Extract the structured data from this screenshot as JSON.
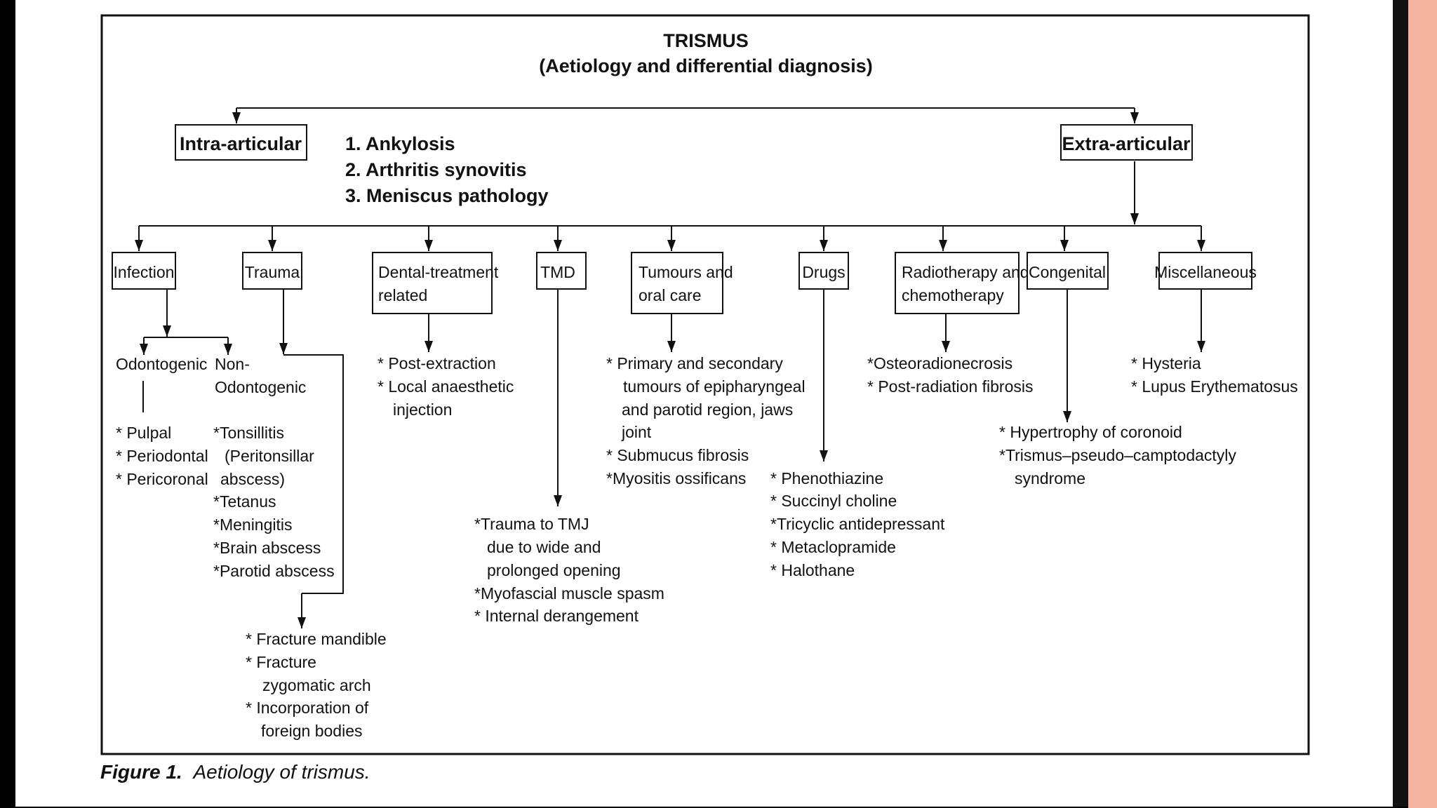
{
  "diagram": {
    "title": "TRISMUS",
    "subtitle": "(Aetiology and differential diagnosis)",
    "intra_articular": {
      "label": "Intra-articular",
      "items": [
        "1. Ankylosis",
        "2. Arthritis synovitis",
        "3. Meniscus pathology"
      ]
    },
    "extra_articular": {
      "label": "Extra-articular"
    },
    "categories": {
      "infection": {
        "label": "Infection",
        "odontogenic": {
          "label": "Odontogenic",
          "items": [
            "* Pulpal",
            "* Periodontal",
            "* Pericoronal"
          ]
        },
        "non_odontogenic": {
          "label_1": "Non-",
          "label_2": "Odontogenic",
          "items": [
            "*Tonsillitis",
            "(Peritonsillar",
            "abscess)",
            "*Tetanus",
            "*Meningitis",
            "*Brain abscess",
            "*Parotid abscess"
          ]
        }
      },
      "trauma": {
        "label": "Trauma",
        "items": [
          "* Fracture mandible",
          "* Fracture",
          "zygomatic arch",
          "* Incorporation of",
          "foreign bodies"
        ]
      },
      "dental": {
        "label_1": "Dental-treatment",
        "label_2": "related",
        "items": [
          "* Post-extraction",
          "* Local anaesthetic",
          "injection"
        ]
      },
      "tmd": {
        "label": "TMD",
        "items": [
          "*Trauma to TMJ",
          "due to wide and",
          "prolonged opening",
          "*Myofascial muscle spasm",
          "* Internal derangement"
        ]
      },
      "tumours": {
        "label_1": "Tumours and",
        "label_2": "oral care",
        "items": [
          "* Primary and secondary",
          "tumours of epipharyngeal",
          "and parotid region, jaws",
          "joint",
          "* Submucus fibrosis",
          "*Myositis ossificans"
        ]
      },
      "drugs": {
        "label": "Drugs",
        "items": [
          "* Phenothiazine",
          "* Succinyl choline",
          "*Tricyclic antidepressant",
          "* Metaclopramide",
          "* Halothane"
        ]
      },
      "radiotherapy": {
        "label_1": "Radiotherapy and",
        "label_2": "chemotherapy",
        "items": [
          "*Osteoradionecrosis",
          "* Post-radiation fibrosis"
        ]
      },
      "congenital": {
        "label": "Congenital",
        "items": [
          "* Hypertrophy of coronoid",
          "*Trismus–pseudo–camptodactyly",
          "syndrome"
        ]
      },
      "miscellaneous": {
        "label": "Miscellaneous",
        "items": [
          "* Hysteria",
          "* Lupus Erythematosus"
        ]
      }
    }
  },
  "caption": {
    "label": "Figure 1.",
    "text": "Aetiology of trismus."
  }
}
